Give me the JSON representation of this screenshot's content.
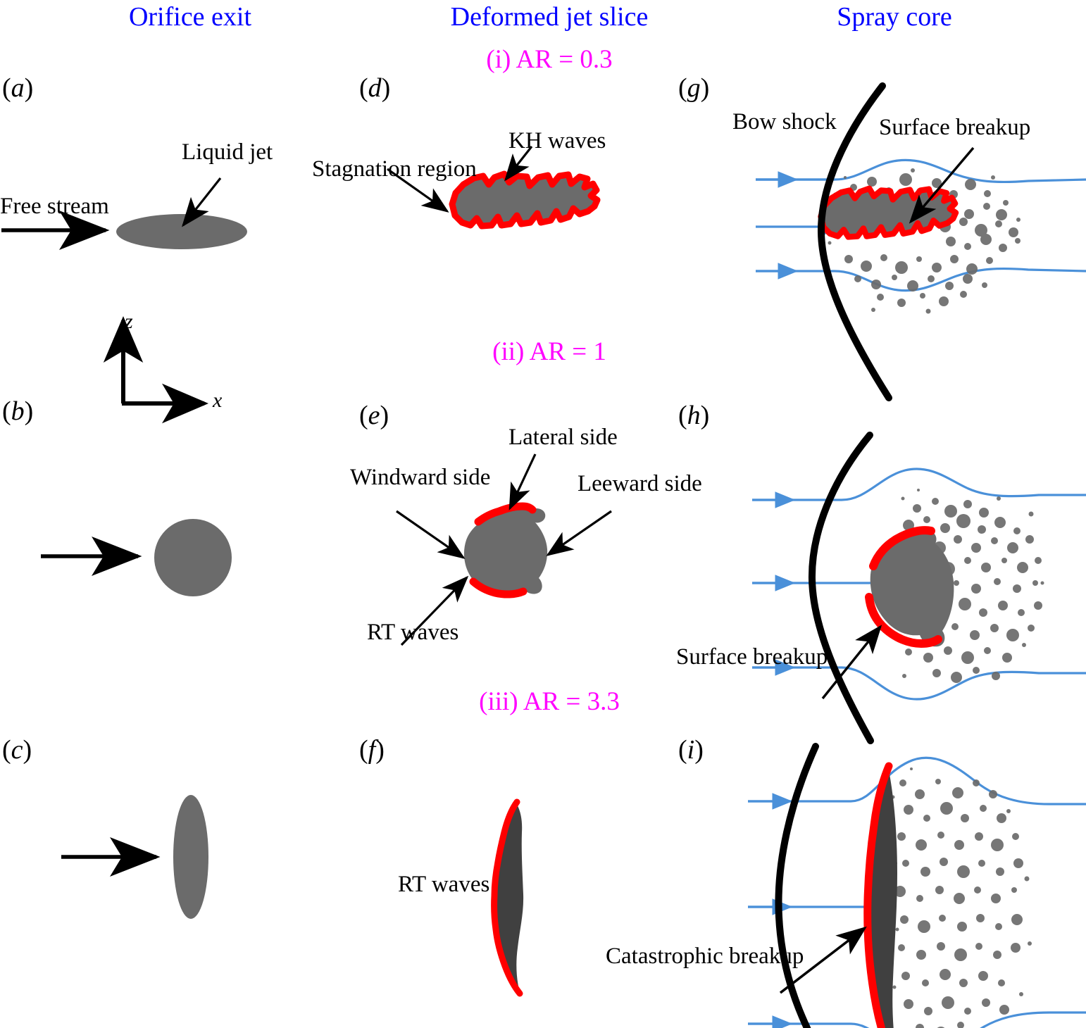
{
  "figure": {
    "type": "diagram",
    "description": "Three-by-three schematic of liquid jet in supersonic crossflow: orifice exit shape, deformed jet slice and spray core for three aspect ratios",
    "colors": {
      "column_title": "#0000FF",
      "ar_label": "#FF00FF",
      "liquid_grey": "#6B6B6B",
      "surface_red": "#FF0000",
      "streamline_blue": "#4A90D9",
      "shock_black": "#000000",
      "text_black": "#000000",
      "background": "#FFFFFF"
    }
  },
  "column_titles": [
    {
      "id": "orifice-exit",
      "label": "Orifice exit"
    },
    {
      "id": "deformed-jet-slice",
      "label": "Deformed jet slice"
    },
    {
      "id": "spray-core",
      "label": "Spray core"
    }
  ],
  "rows": [
    {
      "id": "row-ar-0-3",
      "roman": "(i)",
      "ar_text": "AR",
      "equals": "=",
      "value": "0.3",
      "full": "(i) AR = 0.3"
    },
    {
      "id": "row-ar-1",
      "roman": "(ii)",
      "ar_text": "AR",
      "equals": "=",
      "value": "1",
      "full": "(ii) AR = 1"
    },
    {
      "id": "row-ar-3-3",
      "roman": "(iii)",
      "ar_text": "AR",
      "equals": "=",
      "value": "3.3",
      "full": "(iii) AR = 3.3"
    }
  ],
  "panels": {
    "a": {
      "tag_open": "(",
      "tag_letter": "a",
      "tag_close": ")"
    },
    "b": {
      "tag_open": "(",
      "tag_letter": "b",
      "tag_close": ")"
    },
    "c": {
      "tag_open": "(",
      "tag_letter": "c",
      "tag_close": ")"
    },
    "d": {
      "tag_open": "(",
      "tag_letter": "d",
      "tag_close": ")"
    },
    "e": {
      "tag_open": "(",
      "tag_letter": "e",
      "tag_close": ")"
    },
    "f": {
      "tag_open": "(",
      "tag_letter": "f",
      "tag_close": ")"
    },
    "g": {
      "tag_open": "(",
      "tag_letter": "g",
      "tag_close": ")"
    },
    "h": {
      "tag_open": "(",
      "tag_letter": "h",
      "tag_close": ")"
    },
    "i": {
      "tag_open": "(",
      "tag_letter": "i",
      "tag_close": ")"
    }
  },
  "annotations": {
    "free_stream": "Free stream",
    "liquid_jet": "Liquid jet",
    "stagnation_region": "Stagnation region",
    "kh_waves": "KH waves",
    "bow_shock": "Bow shock",
    "surface_breakup_g": "Surface breakup",
    "lateral_side": "Lateral side",
    "windward_side": "Windward side",
    "leeward_side": "Leeward side",
    "rt_waves_e": "RT waves",
    "surface_breakup_h": "Surface breakup",
    "rt_waves_f": "RT waves",
    "catastrophic_breakup": "Catastrophic breakup"
  },
  "axes": {
    "z_label": "z",
    "x_label": "x"
  }
}
